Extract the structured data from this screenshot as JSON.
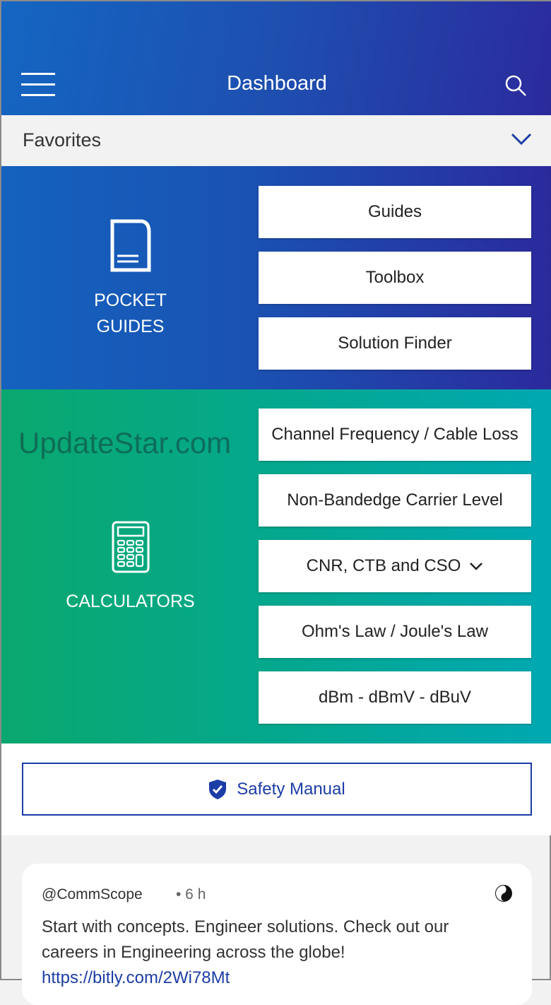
{
  "header": {
    "title": "Dashboard"
  },
  "favorites": {
    "label": "Favorites"
  },
  "pocket_guides": {
    "line1": "POCKET",
    "line2": "GUIDES",
    "buttons": [
      "Guides",
      "Toolbox",
      "Solution Finder"
    ]
  },
  "calculators": {
    "label": "CALCULATORS",
    "buttons": [
      "Channel Frequency / Cable Loss",
      "Non-Bandedge Carrier Level",
      "CNR, CTB and CSO",
      "Ohm's Law / Joule's Law",
      "dBm - dBmV - dBuV"
    ]
  },
  "safety": {
    "label": "Safety Manual"
  },
  "feed": {
    "handle": "@CommScope",
    "time": "• 6 h",
    "text": "Start with concepts. Engineer solutions. Check out our careers in Engineering across the globe! ",
    "link": "https://bitly.com/2Wi78Mt"
  },
  "watermark": "UpdateStar.com"
}
